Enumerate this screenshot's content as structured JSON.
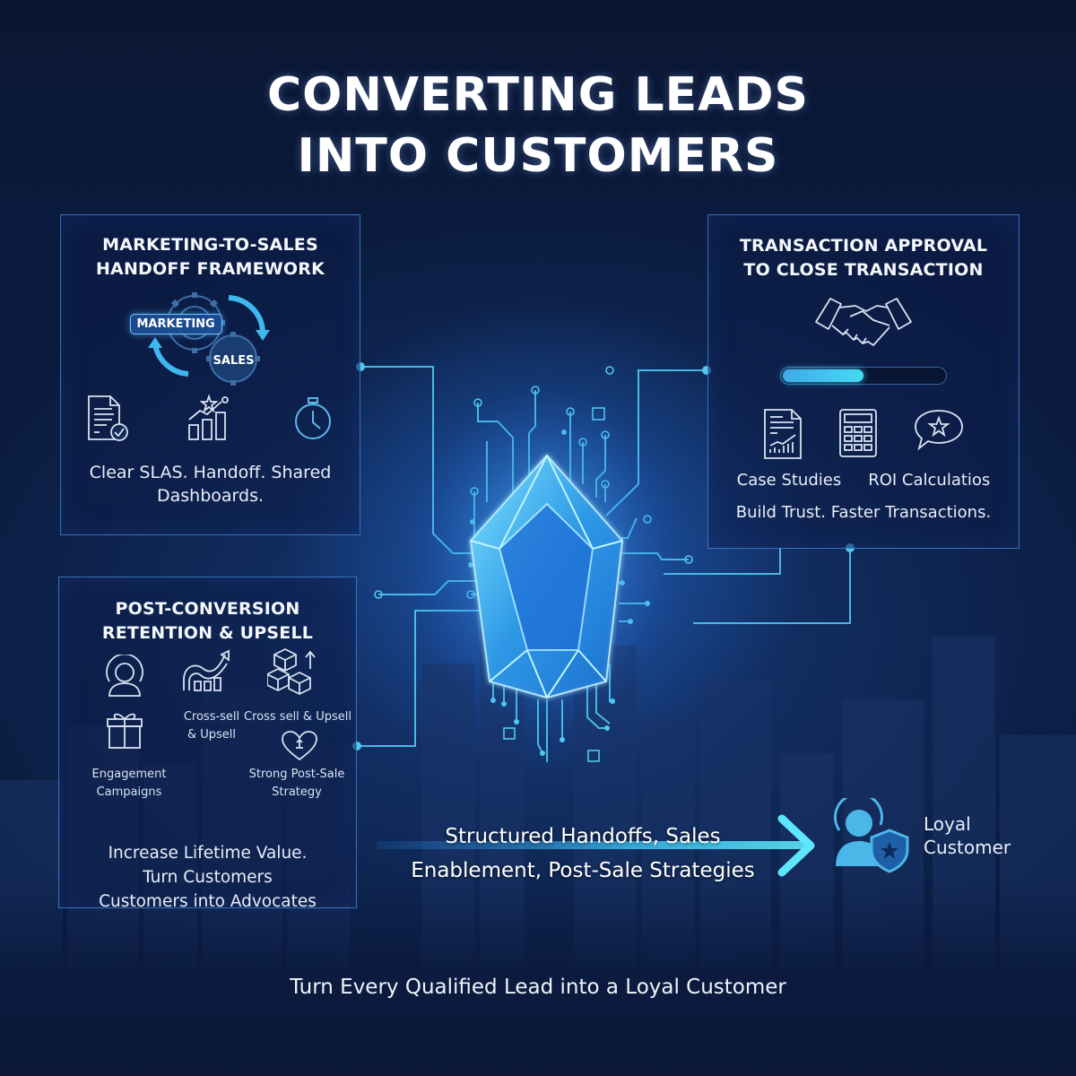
{
  "title": {
    "line1": "CONVERTING LEADS",
    "line2": "INTO CUSTOMERS"
  },
  "panels": {
    "handoff": {
      "title_line1": "MARKETING-TO-SALES",
      "title_line2": "HANDOFF FRAMEWORK",
      "gear_labels": {
        "marketing": "MARKETING",
        "sales": "SALES"
      },
      "icons": [
        "document-check-icon",
        "growth-chart-star-icon",
        "stopwatch-icon"
      ],
      "text_line1": "Clear SLAS. Handoff. Shared",
      "text_line2": "Dashboards."
    },
    "transaction": {
      "title_line1": "TRANSACTION APPROVAL",
      "title_line2": "TO CLOSE TRANSACTION",
      "icons": [
        "handshake-icon",
        "report-chart-icon",
        "calculator-icon",
        "speech-star-icon"
      ],
      "progress_percent": 50,
      "labels": [
        "Case Studies",
        "ROI Calculatios"
      ],
      "summary": "Build Trust. Faster Transactions."
    },
    "retention": {
      "title_line1": "POST-CONVERSION",
      "title_line2": "RETENTION & UPSELL",
      "icons": [
        "user-circle-icon",
        "upward-trend-icon",
        "cubes-upgrade-icon",
        "gift-icon",
        "heart-icon"
      ],
      "labels": {
        "crosssell_line1": "Cross-sell",
        "crosssell_line2": "& Upsell",
        "crosssell_upsell": "Cross sell & Upsell",
        "engagement_line1": "Engagement",
        "engagement_line2": "Campaigns",
        "postsale_line1": "Strong Post-Sale",
        "postsale_line2": "Strategy"
      },
      "summary_line1": "Increase Lifetime Value.",
      "summary_line2": "Turn Customers",
      "summary_line3": "Customers into Advocates"
    }
  },
  "flow": {
    "line1": "Structured Handoffs, Sales",
    "line2": "Enablement, Post-Sale Strategies",
    "destination_line1": "Loyal",
    "destination_line2": "Customer",
    "destination_icon": "user-shield-star-icon"
  },
  "tagline": "Turn Every Qualified Lead into a Loyal Customer",
  "colors": {
    "background": "#0f2856",
    "accent_glow": "#45dcf5",
    "panel_border": "#468cdc",
    "text": "#ffffff"
  }
}
